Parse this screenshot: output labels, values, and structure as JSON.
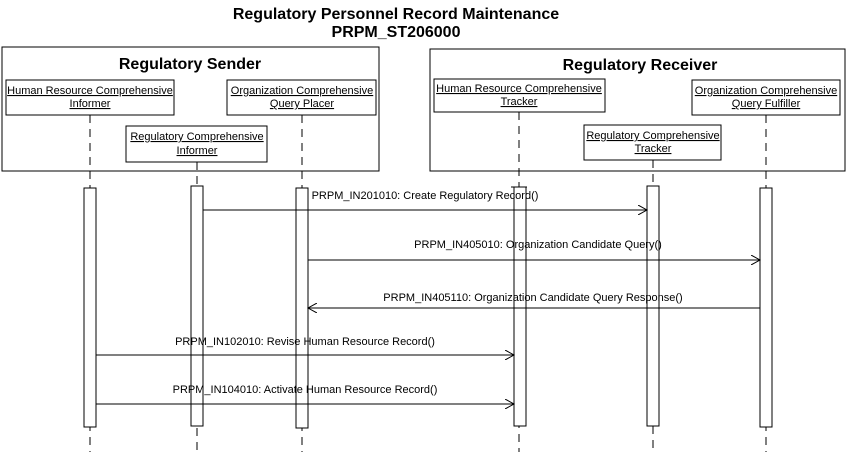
{
  "title": {
    "line1": "Regulatory Personnel Record Maintenance",
    "line2": "PRPM_ST206000"
  },
  "groups": {
    "sender": "Regulatory Sender",
    "receiver": "Regulatory Receiver"
  },
  "actors": [
    {
      "id": "hr_informer",
      "line1": "Human Resource Comprehensive",
      "line2": "Informer"
    },
    {
      "id": "reg_informer",
      "line1": "Regulatory Comprehensive",
      "line2": "Informer"
    },
    {
      "id": "org_placer",
      "line1": "Organization Comprehensive",
      "line2": "Query Placer"
    },
    {
      "id": "hr_tracker",
      "line1": "Human Resource Comprehensive",
      "line2": "Tracker"
    },
    {
      "id": "reg_tracker",
      "line1": "Regulatory Comprehensive",
      "line2": "Tracker"
    },
    {
      "id": "org_fulfiller",
      "line1": "Organization Comprehensive",
      "line2": "Query Fulfiller"
    }
  ],
  "messages": [
    {
      "label": "PRPM_IN201010: Create Regulatory Record()",
      "from": "reg_informer",
      "to": "reg_tracker"
    },
    {
      "label": "PRPM_IN405010: Organization Candidate Query()",
      "from": "org_placer",
      "to": "org_fulfiller"
    },
    {
      "label": "PRPM_IN405110: Organization Candidate Query Response()",
      "from": "org_fulfiller",
      "to": "org_placer"
    },
    {
      "label": "PRPM_IN102010: Revise Human Resource Record()",
      "from": "hr_informer",
      "to": "hr_tracker"
    },
    {
      "label": "PRPM_IN104010: Activate Human Resource Record()",
      "from": "hr_informer",
      "to": "hr_tracker"
    }
  ]
}
